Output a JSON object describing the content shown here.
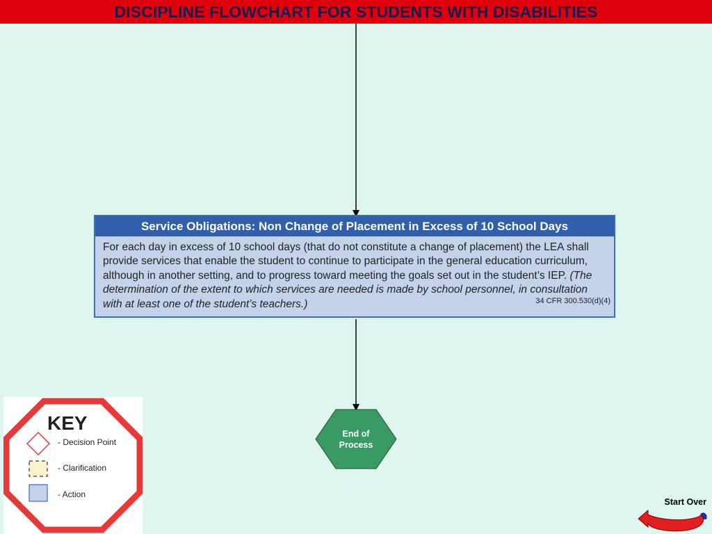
{
  "title": "DISCIPLINE FLOWCHART FOR STUDENTS WITH DISABILITIES",
  "action_box": {
    "header": "Service Obligations: Non Change of Placement in Excess of 10 School Days",
    "body_text": "For each day in excess of 10 school days (that do not constitute a change of placement) the LEA shall provide services that enable the student to continue to participate in the general education curriculum, although in another setting, and to progress toward meeting the goals set out in the student’s IEP. ",
    "body_note": "(The determination of the extent to which services are needed is made by school personnel, in consultation with at least one of the student’s teachers.)",
    "citation": "34 CFR 300.530(d)(4)"
  },
  "end_node": {
    "line1": "End of",
    "line2": "Process"
  },
  "key": {
    "title": "KEY",
    "items": [
      {
        "label": "- Decision Point"
      },
      {
        "label": "- Clarification"
      },
      {
        "label": "- Action"
      }
    ]
  },
  "start_over": {
    "label": "Start Over"
  },
  "colors": {
    "background": "#dff5ef",
    "title_bar": "#e0000c",
    "title_text": "#1a1a4a",
    "action_fill": "#c4d3ea",
    "action_header": "#2f5fad",
    "end_node": "#3a9a64",
    "key_octagon": "#e63a3a",
    "start_over_arrow": "#e02020"
  }
}
